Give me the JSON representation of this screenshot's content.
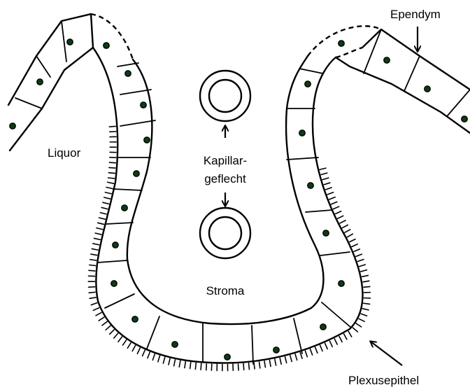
{
  "labels": {
    "liquor": "Liquor",
    "kapillar_line1": "Kapillar-",
    "kapillar_line2": "geflecht",
    "stroma": "Stroma",
    "ependym": "Ependym",
    "plexusepithel": "Plexusepithel"
  },
  "colors": {
    "line": "#000000",
    "nucleus_outer": "#000000",
    "nucleus_inner": "#0a3d14",
    "background": "#ffffff"
  }
}
